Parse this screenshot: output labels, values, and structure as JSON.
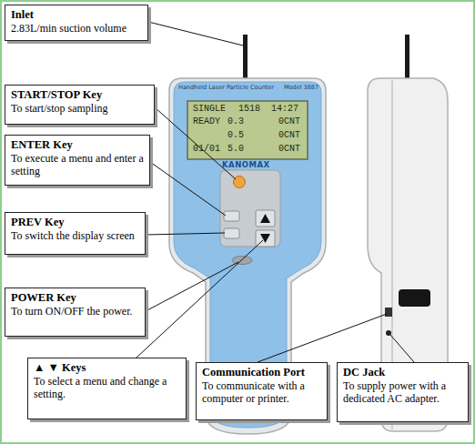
{
  "diagram": {
    "nodes": [
      {
        "text": [
          "Inlet",
          "2.83L/min suction volume"
        ]
      },
      {
        "text": [
          "START/STOP Key",
          "To start/stop sampling"
        ]
      },
      {
        "text": [
          "ENTER Key",
          "To execute a menu and enter a setting"
        ]
      },
      {
        "text": [
          "PREV Key",
          "To switch the display screen"
        ]
      },
      {
        "text": [
          "POWER Key",
          "To turn ON/OFF the power."
        ]
      },
      {
        "text": [
          "▲ ▼ Keys",
          "To select a menu and change a setting."
        ]
      },
      {
        "text": [
          "Communication Port",
          "To communicate with a computer or printer."
        ]
      },
      {
        "text": [
          "DC Jack",
          "To supply power with a dedicated AC adapter."
        ]
      }
    ],
    "labels": [
      "Handheld Laser Particle Counter",
      "Model 3887",
      "SINGLE",
      "1518",
      "14:27",
      "READY",
      "0.3",
      "0CNT",
      "0.5",
      "0CNT",
      "01/01",
      "5.0",
      "0CNT",
      "KANOMAX"
    ]
  }
}
